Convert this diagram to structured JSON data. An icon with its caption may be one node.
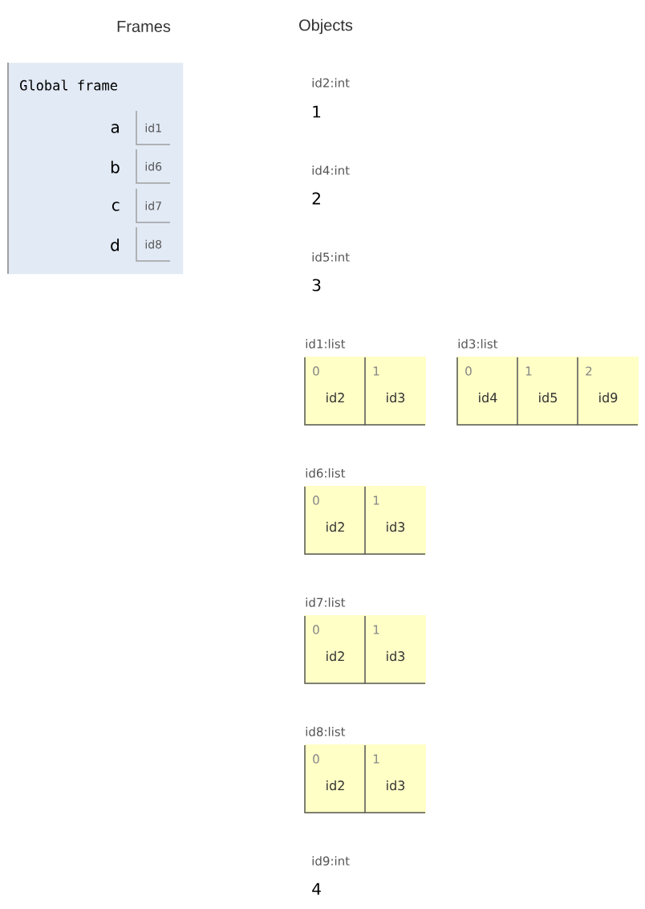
{
  "diagram": {
    "nodes": [
      {
        "text": [
          "Global frame"
        ]
      },
      {
        "text": [
          "id1"
        ],
        "beside": [
          "a"
        ],
        "in": 0
      },
      {
        "text": [
          "id6"
        ],
        "beside": [
          "b"
        ],
        "in": 0
      },
      {
        "text": [
          "id7"
        ],
        "beside": [
          "c"
        ],
        "in": 0
      },
      {
        "text": [
          "id8"
        ],
        "beside": [
          "d"
        ],
        "in": 0
      },
      {
        "text": [
          "id1:list"
        ]
      },
      {
        "text": [
          "0",
          "id2"
        ],
        "in": 5
      },
      {
        "text": [
          "1",
          "id3"
        ],
        "in": 5
      },
      {
        "text": [
          "id3:list"
        ]
      },
      {
        "text": [
          "0",
          "id4"
        ],
        "in": 8
      },
      {
        "text": [
          "1",
          "id5"
        ],
        "in": 8
      },
      {
        "text": [
          "2",
          "id9"
        ],
        "in": 8
      },
      {
        "text": [
          "id6:list"
        ]
      },
      {
        "text": [
          "0",
          "id2"
        ],
        "in": 12
      },
      {
        "text": [
          "1",
          "id3"
        ],
        "in": 12
      },
      {
        "text": [
          "id7:list"
        ]
      },
      {
        "text": [
          "0",
          "id2"
        ],
        "in": 15
      },
      {
        "text": [
          "1",
          "id3"
        ],
        "in": 15
      },
      {
        "text": [
          "id8:list"
        ]
      },
      {
        "text": [
          "0",
          "id2"
        ],
        "in": 18
      },
      {
        "text": [
          "1",
          "id3"
        ],
        "in": 18
      }
    ],
    "labels": [
      "Frames",
      "Objects",
      "id2:int",
      "1",
      "id4:int",
      "2",
      "id5:int",
      "3",
      "id9:int",
      "4"
    ]
  }
}
